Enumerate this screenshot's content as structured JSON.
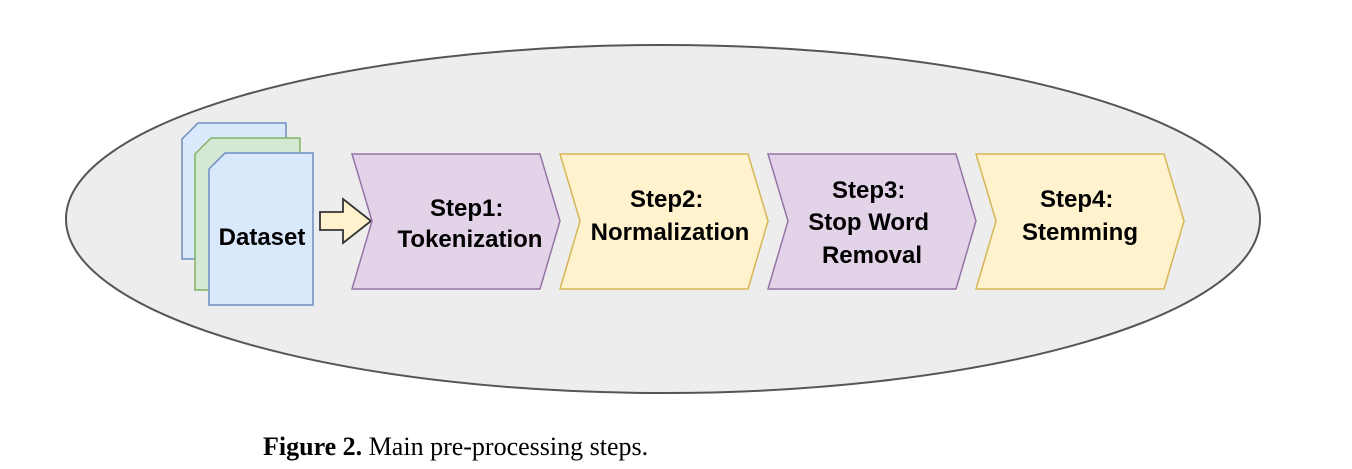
{
  "diagram": {
    "dataset_label": "Dataset",
    "steps": [
      {
        "lines": [
          "Step1:",
          "Tokenization"
        ],
        "kind": "purple"
      },
      {
        "lines": [
          "Step2:",
          "Normalization"
        ],
        "kind": "yellow"
      },
      {
        "lines": [
          "Step3:",
          "Stop Word",
          "Removal"
        ],
        "kind": "purple"
      },
      {
        "lines": [
          "Step4:",
          "Stemming"
        ],
        "kind": "yellow"
      }
    ]
  },
  "caption": {
    "label": "Figure 2.",
    "text": "Main pre-processing steps."
  },
  "colors": {
    "ellipse_fill": "#ededed",
    "ellipse_stroke": "#555555",
    "purple_fill": "#e3d3e8",
    "purple_stroke": "#9673a6",
    "yellow_fill": "#fff2cc",
    "yellow_stroke": "#d6b656",
    "doc_blue_fill": "#dae8fc",
    "doc_blue_stroke": "#6c8ebf",
    "doc_green_fill": "#d5e8d4",
    "doc_green_stroke": "#82b366",
    "arrow_fill": "#fff2cc",
    "arrow_stroke": "#333333"
  }
}
